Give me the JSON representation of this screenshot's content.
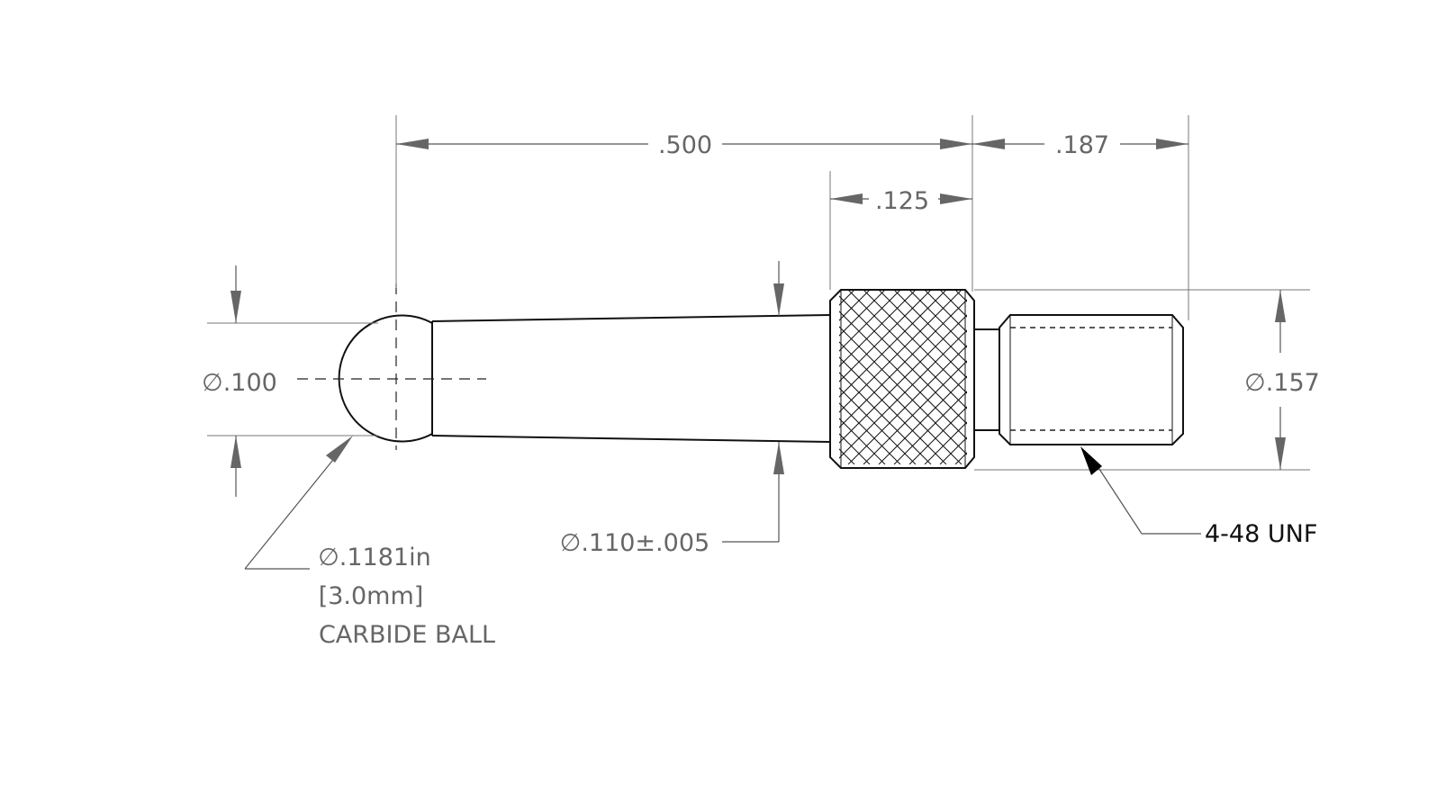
{
  "dimensions": {
    "overall_length": ".500",
    "knurl_width": ".125",
    "thread_length": ".187",
    "ball_shank_diameter": "∅.100",
    "thread_major_diameter": "∅.157",
    "stem_diameter": "∅.110±.005"
  },
  "ball_callout": {
    "diameter_in": "∅.1181in",
    "diameter_mm": "[3.0mm]",
    "material": "CARBIDE BALL"
  },
  "thread_callout": "4-48 UNF"
}
